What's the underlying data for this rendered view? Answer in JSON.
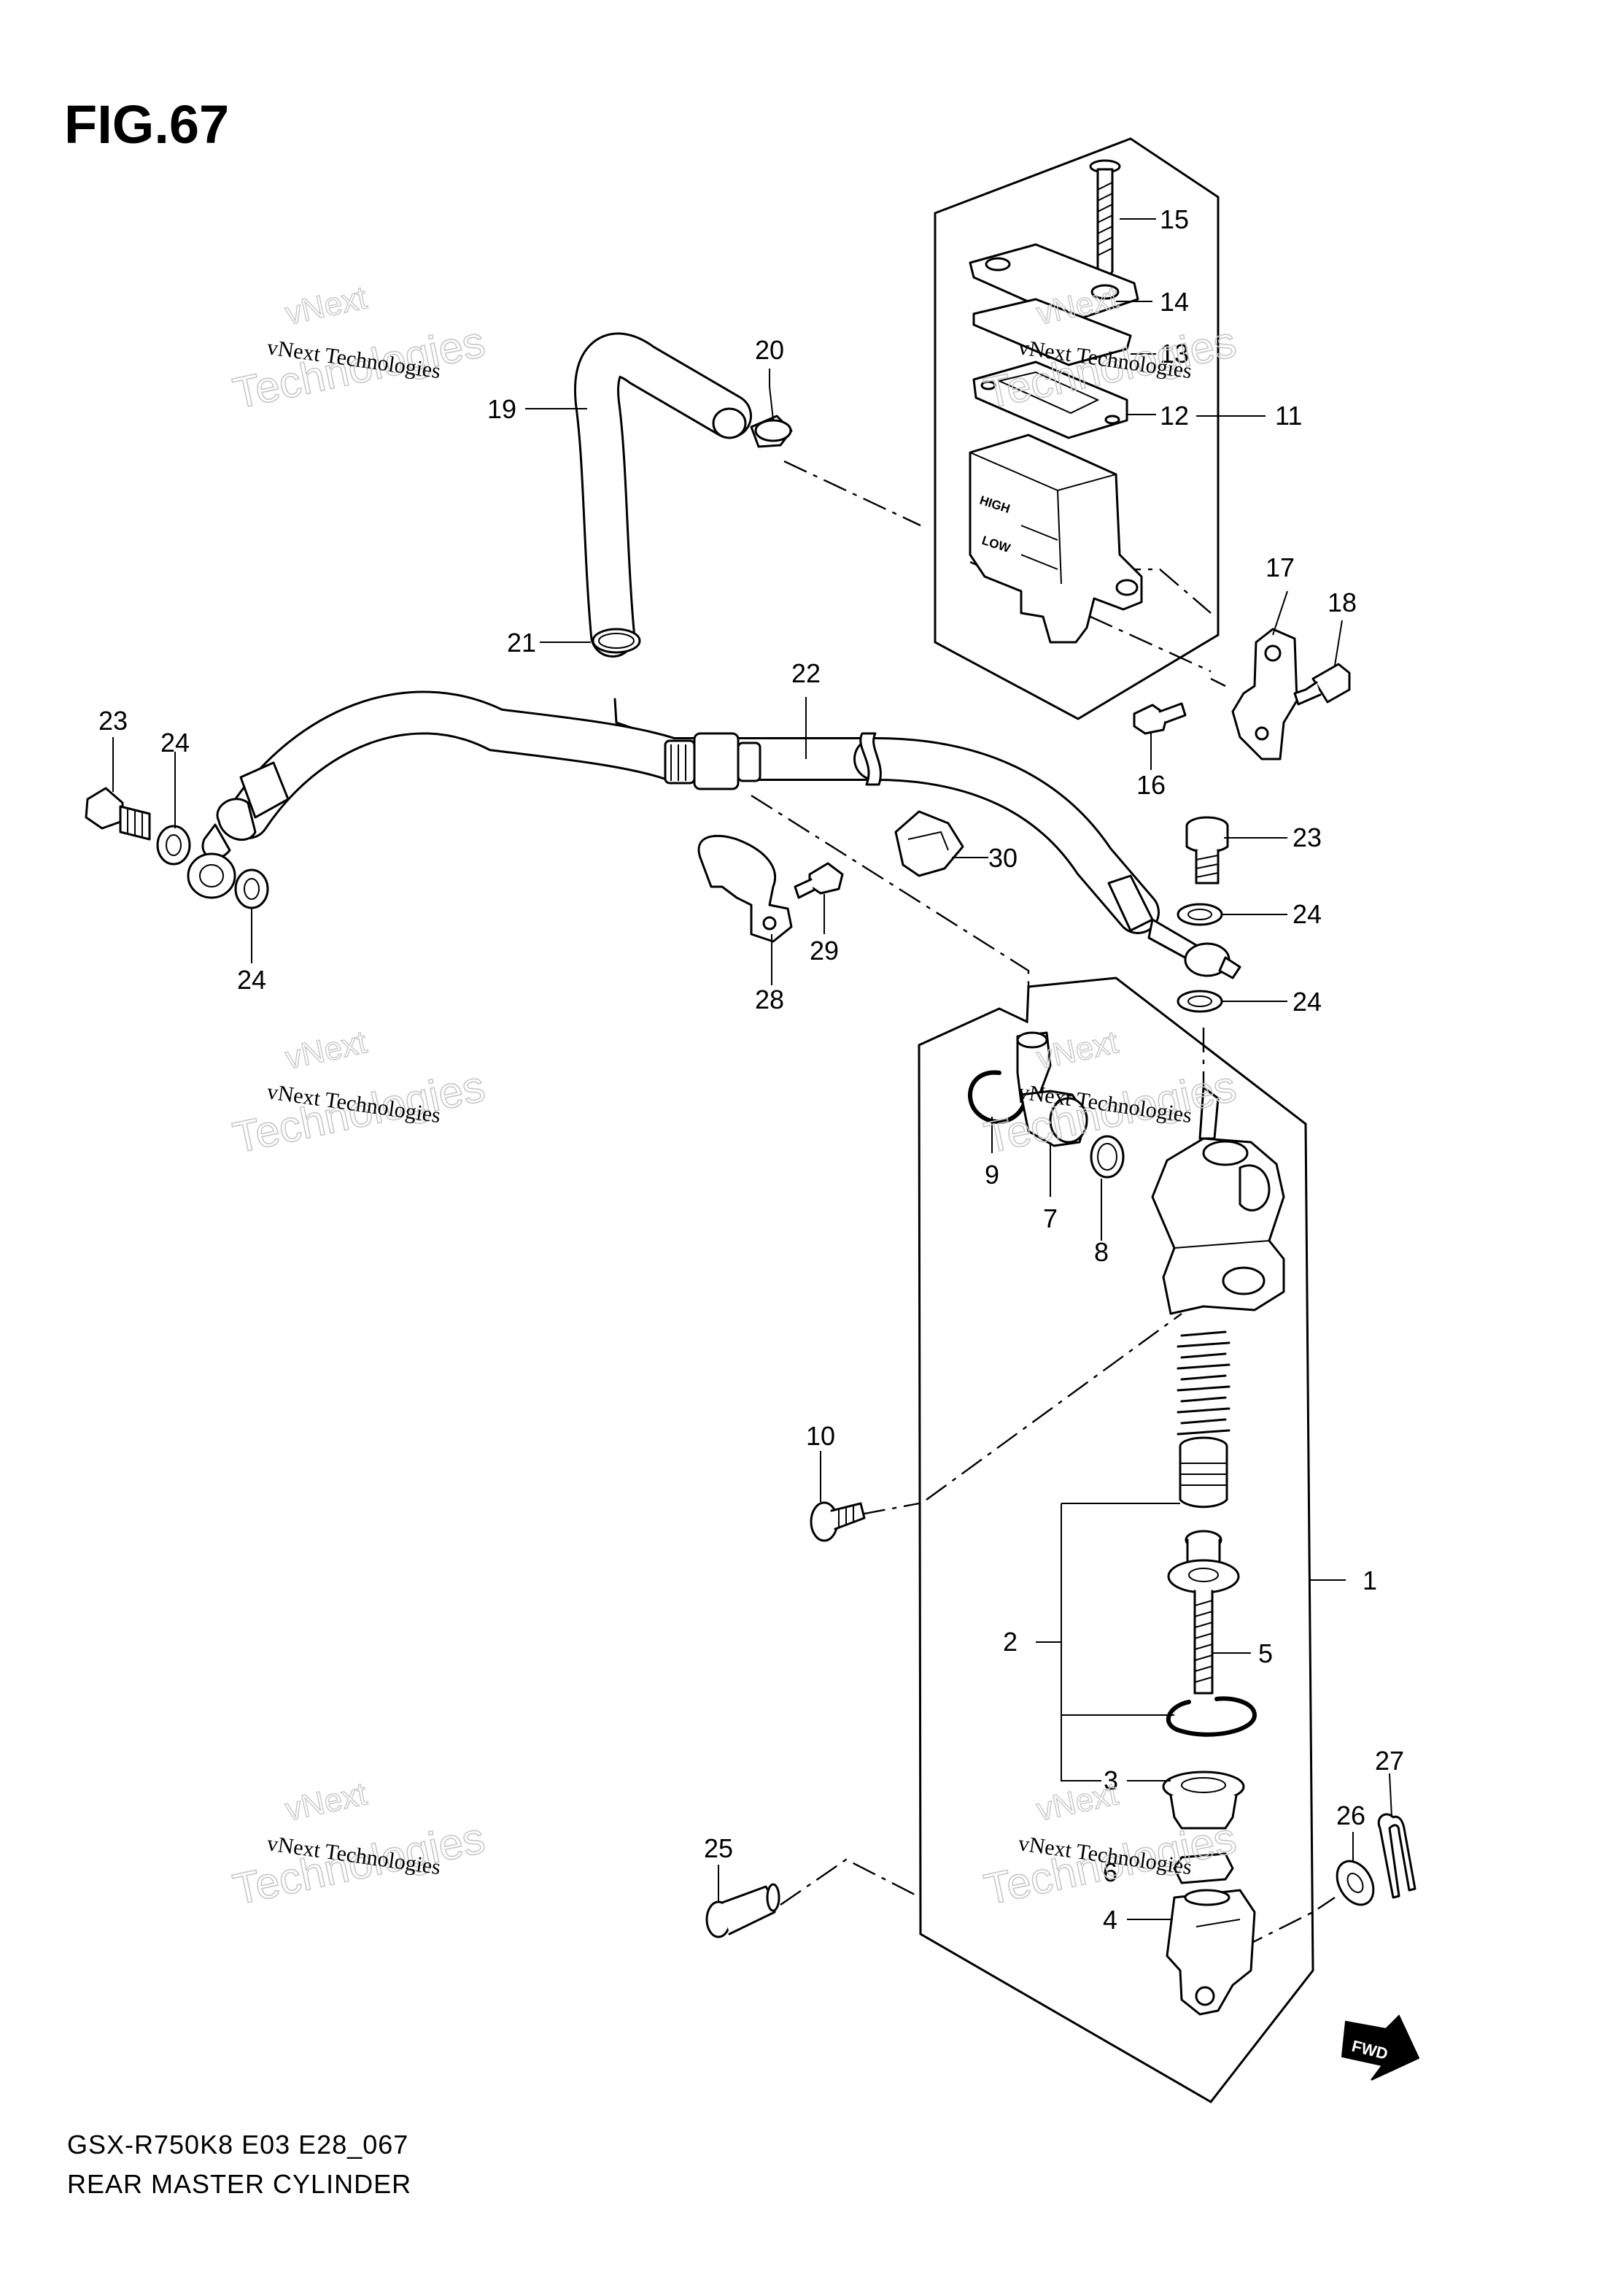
{
  "figure": {
    "title": "FIG.67",
    "model_code": "GSX-R750K8 E03 E28_067",
    "section_name": "REAR MASTER CYLINDER"
  },
  "watermark": {
    "line_small": "vNext Technologies",
    "line_top": "vNext",
    "line_big": "Technologies"
  },
  "embossed": {
    "high": "HIGH",
    "low": "LOW",
    "fwd": "FWD"
  },
  "callouts": [
    "1",
    "2",
    "3",
    "4",
    "5",
    "6",
    "7",
    "8",
    "9",
    "10",
    "11",
    "12",
    "13",
    "14",
    "15",
    "16",
    "17",
    "18",
    "19",
    "20",
    "21",
    "22",
    "23",
    "23",
    "24",
    "24",
    "24",
    "24",
    "25",
    "26",
    "27",
    "28",
    "29",
    "30"
  ]
}
